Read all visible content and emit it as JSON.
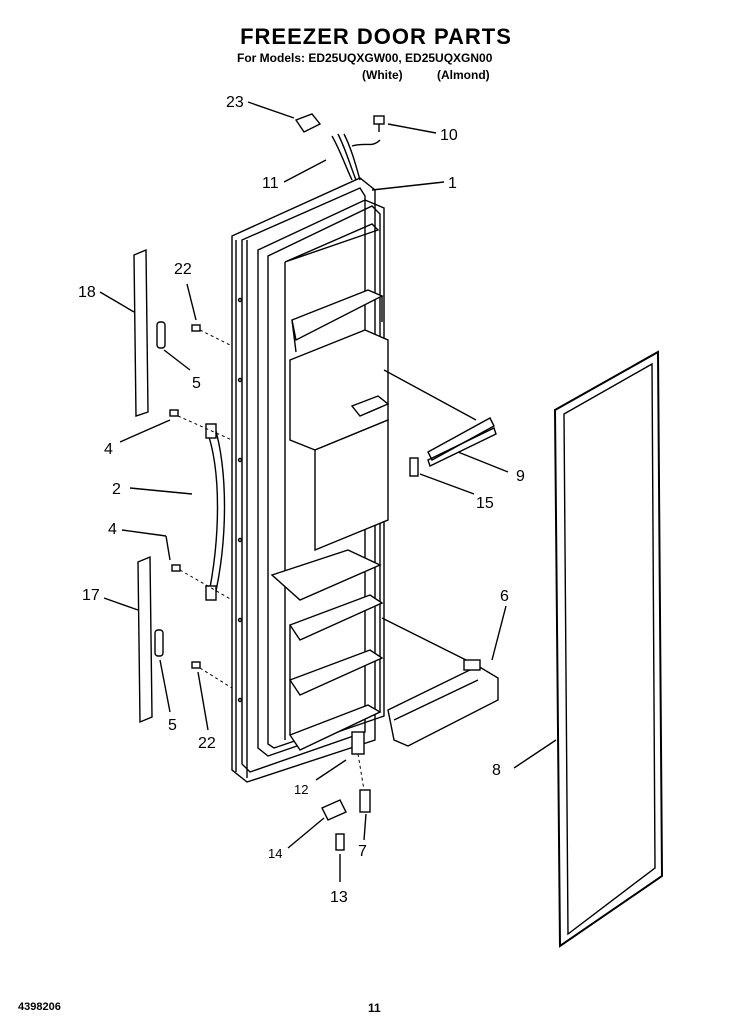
{
  "header": {
    "title": "FREEZER DOOR PARTS",
    "models_line": "For Models: ED25UQXGW00, ED25UQXGN00",
    "variant_white": "(White)",
    "variant_almond": "(Almond)"
  },
  "callouts": {
    "c1": "1",
    "c2": "2",
    "c4a": "4",
    "c4b": "4",
    "c5a": "5",
    "c5b": "5",
    "c6": "6",
    "c7": "7",
    "c8": "8",
    "c9": "9",
    "c10": "10",
    "c11": "11",
    "c12": "12",
    "c13": "13",
    "c14": "14",
    "c15": "15",
    "c17": "17",
    "c18": "18",
    "c22a": "22",
    "c22b": "22",
    "c23": "23"
  },
  "footer": {
    "doc_number": "4398206",
    "page_number": "11"
  }
}
